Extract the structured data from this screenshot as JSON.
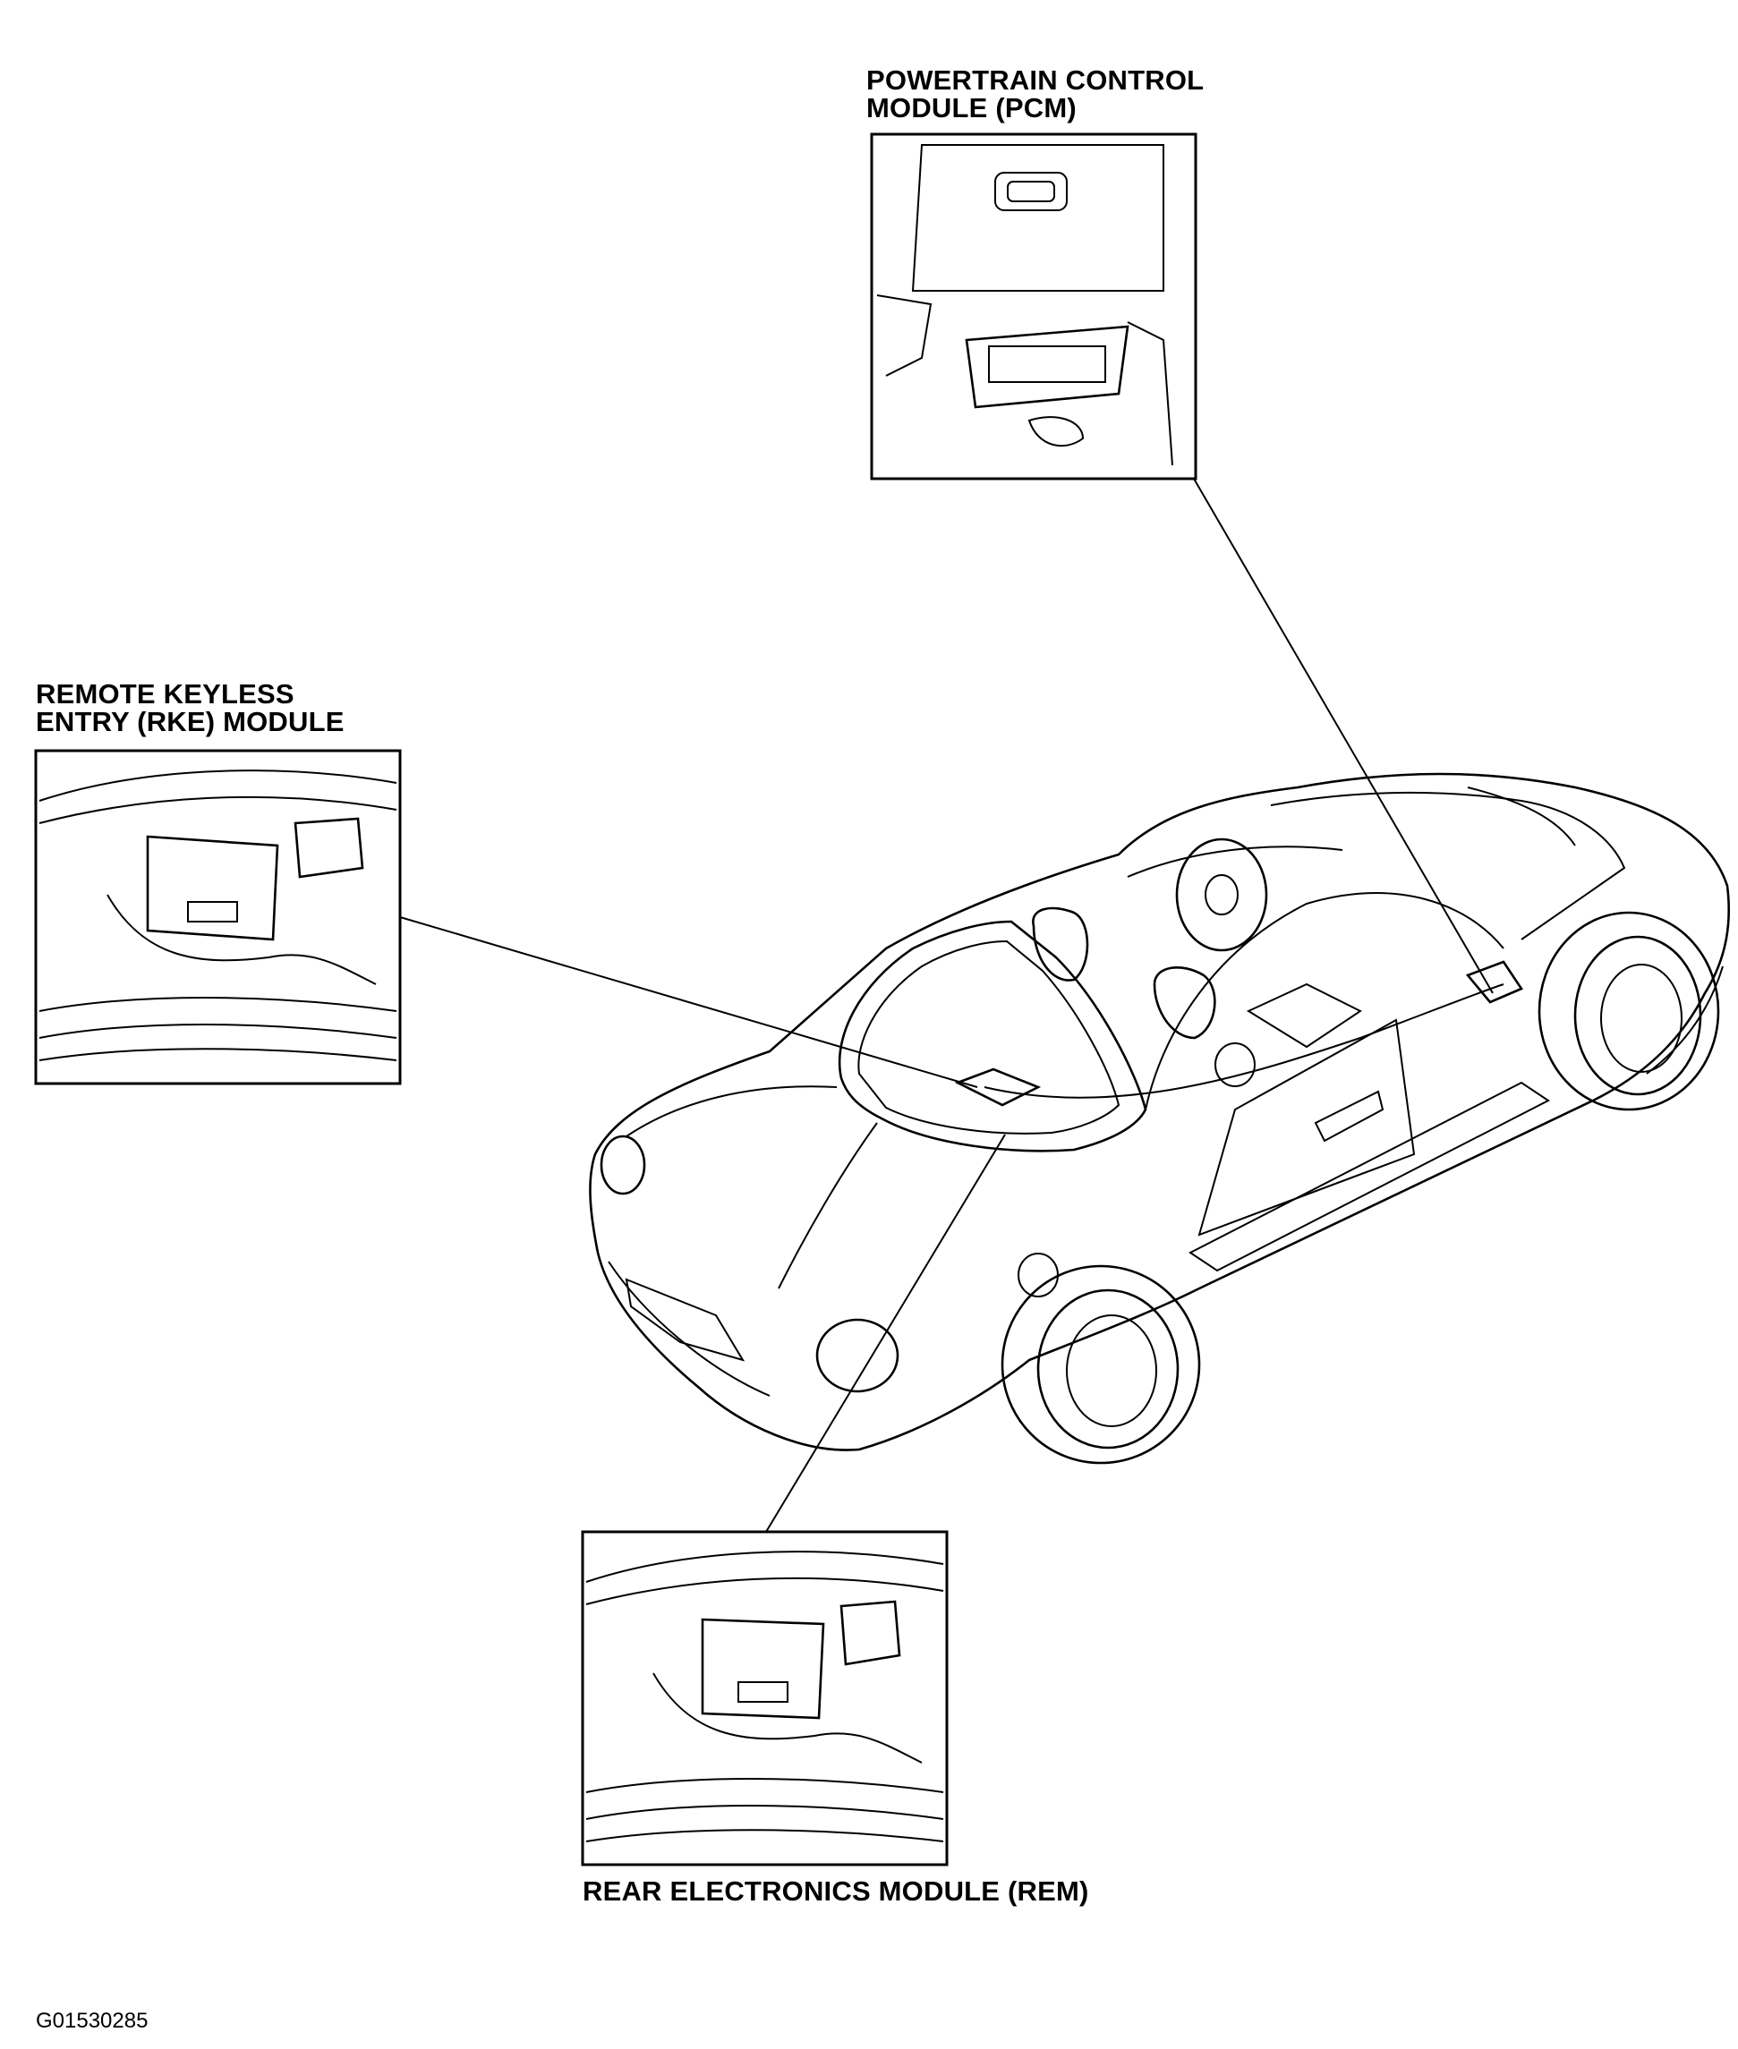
{
  "labels": {
    "pcm_line1": "POWERTRAIN CONTROL",
    "pcm_line2": "MODULE (PCM)",
    "rke_line1": "REMOTE KEYLESS",
    "rke_line2": "ENTRY (RKE) MODULE",
    "rem": "REAR ELECTRONICS MODULE (REM)"
  },
  "figure_code": "G01530285",
  "colors": {
    "line": "#000000",
    "background": "#ffffff"
  }
}
